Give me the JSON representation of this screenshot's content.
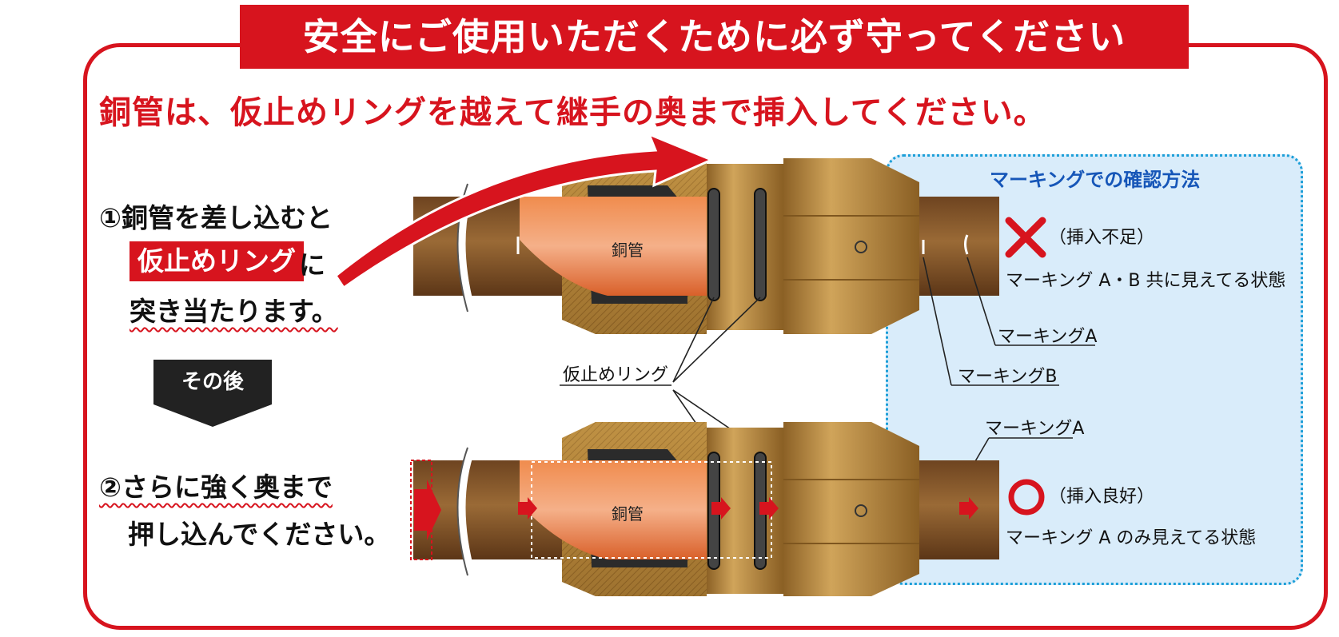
{
  "header": {
    "title": "安全にご使用いただくために必ず守ってください"
  },
  "instruction": "銅管は、仮止めリングを越えて継手の奥まで挿入してください。",
  "steps": {
    "step1": {
      "line1": "①銅管を差し込むと",
      "ring_label": "仮止めリング",
      "line2_suffix": "に",
      "line3": "突き当たります。"
    },
    "after": "その後",
    "step2": {
      "line1": "②さらに強く奥まで",
      "line2": "押し込んでください。"
    }
  },
  "diagram": {
    "pipe_label_top": "銅管",
    "pipe_label_bottom": "銅管",
    "ring_callout": "仮止めリング",
    "marking_a": "マーキングA",
    "marking_b": "マーキングB",
    "marking_a_bottom": "マーキングA"
  },
  "panel": {
    "title": "マーキングでの確認方法",
    "bad": {
      "icon": "cross-icon",
      "status": "（挿入不足）",
      "description": "マーキング A・B 共に見えてる状態"
    },
    "good": {
      "icon": "circle-icon",
      "status": "（挿入良好）",
      "description": "マーキング A のみ見えてる状態"
    }
  },
  "colors": {
    "accent_red": "#d7141e",
    "panel_blue": "#d9ecfa",
    "panel_title_blue": "#1656b8",
    "brass": "#b98a3c",
    "pipe_brown": "#8a5a2c",
    "copper_orange": "#ef7a3c"
  }
}
